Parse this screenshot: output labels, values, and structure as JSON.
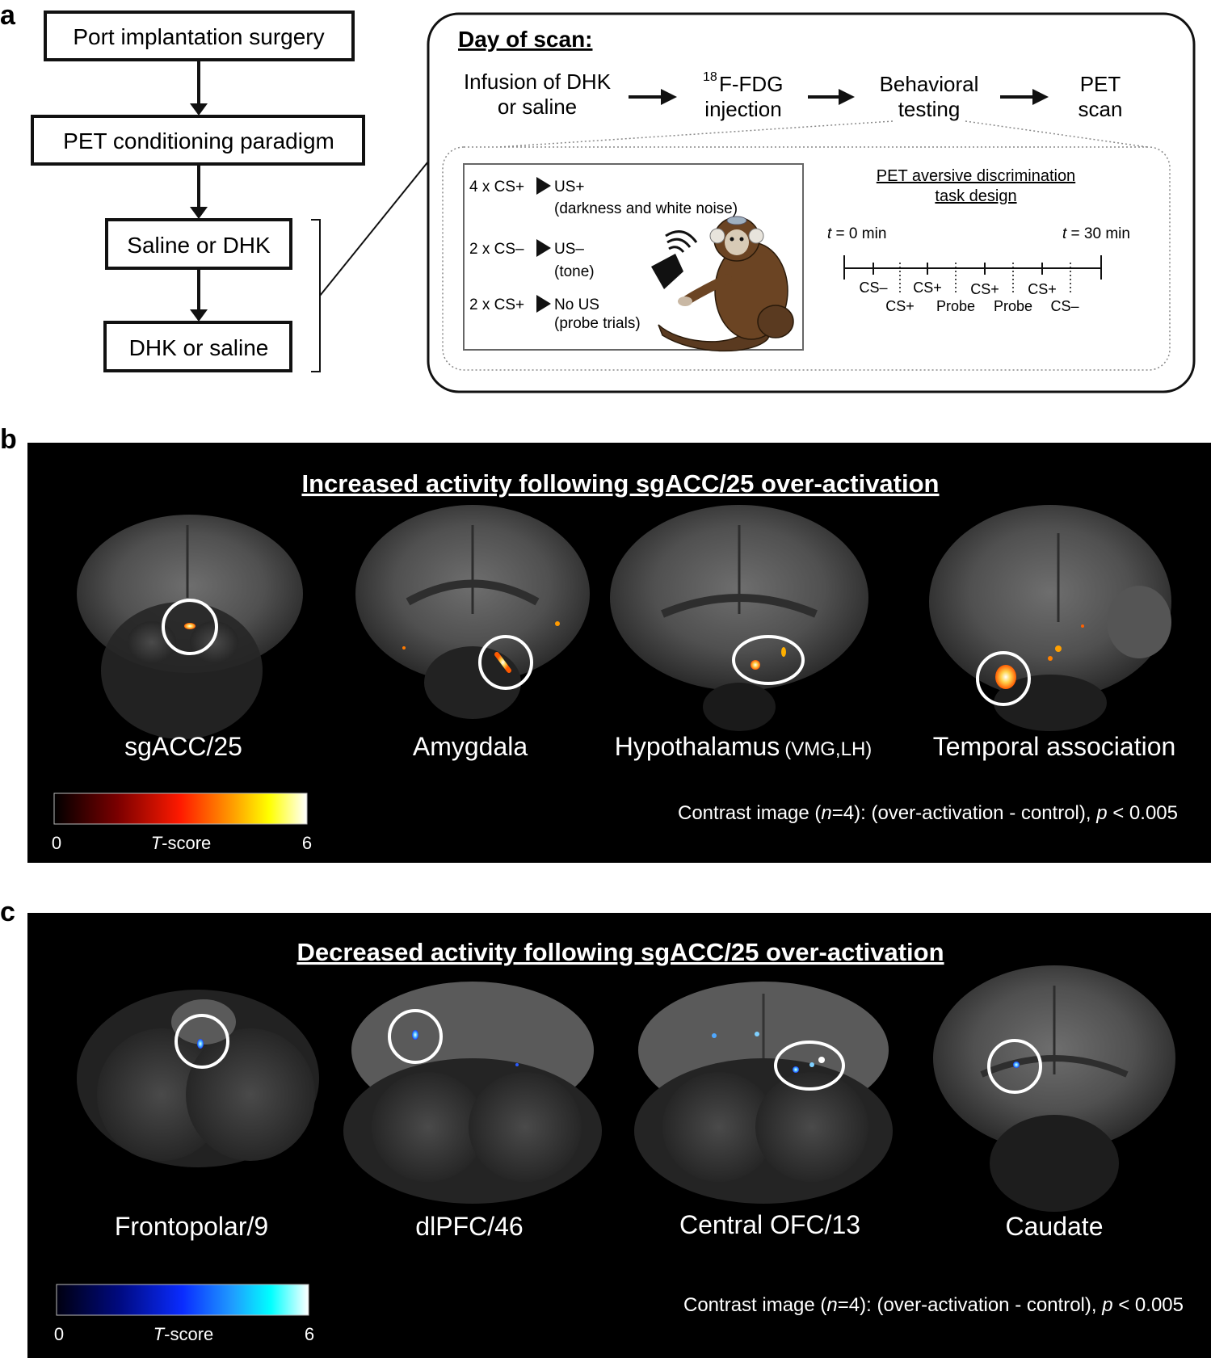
{
  "panel_a": {
    "label": "a",
    "flow": [
      "Port implantation surgery",
      "PET conditioning paradigm",
      "Saline or DHK",
      "DHK or saline"
    ],
    "day_of_scan": {
      "title": "Day of scan:",
      "steps": [
        {
          "line1": "Infusion of DHK",
          "line2": "or saline"
        },
        {
          "sup": "18",
          "line1": "F-FDG",
          "line2": "injection"
        },
        {
          "line1": "Behavioral",
          "line2": "testing"
        },
        {
          "line1": "PET",
          "line2": "scan"
        }
      ],
      "conditions": [
        {
          "cs": "4 x CS+",
          "us": "US+",
          "detail": "(darkness and white noise)"
        },
        {
          "cs": "2 x CS–",
          "us": "US–",
          "detail": "(tone)"
        },
        {
          "cs": "2 x CS+",
          "us": "No US",
          "detail": "(probe trials)"
        }
      ],
      "task": {
        "title_line1": "PET aversive discrimination",
        "title_line2": "task design",
        "t_start_var": "t",
        "t_start_rest": " = 0 min",
        "t_end_var": "t",
        "t_end_rest": " = 30 min",
        "timeline_top": [
          "CS–",
          "CS+",
          "CS+",
          "CS+"
        ],
        "timeline_bottom": [
          "CS+",
          "Probe",
          "Probe",
          "CS–"
        ]
      }
    }
  },
  "panel_b": {
    "label": "b",
    "title": "Increased activity following sgACC/25 over-activation",
    "regions": [
      {
        "name": "sgACC/25",
        "suffix": ""
      },
      {
        "name": "Amygdala",
        "suffix": ""
      },
      {
        "name": "Hypothalamus",
        "suffix": "(VMG,LH)"
      },
      {
        "name": "Temporal association",
        "suffix": ""
      }
    ],
    "colorbar": {
      "min": "0",
      "max": "6",
      "label_var": "T",
      "label_rest": "-score",
      "colors": [
        "#000000",
        "#7a0000",
        "#ff1a00",
        "#ff9900",
        "#ffff00",
        "#ffffff"
      ]
    },
    "contrast": {
      "pre": "Contrast image (",
      "n": "n",
      "mid": "=4): (over-activation - control), ",
      "p": "p",
      "post": " < 0.005"
    }
  },
  "panel_c": {
    "label": "c",
    "title": "Decreased activity following sgACC/25 over-activation",
    "regions": [
      {
        "name": "Frontopolar/9"
      },
      {
        "name": "dlPFC/46"
      },
      {
        "name": "Central OFC/13"
      },
      {
        "name": "Caudate"
      }
    ],
    "colorbar": {
      "min": "0",
      "max": "6",
      "label_var": "T",
      "label_rest": "-score",
      "colors": [
        "#000010",
        "#000a80",
        "#0a2cff",
        "#1f9dff",
        "#00ffff",
        "#ffffff"
      ]
    },
    "contrast": {
      "pre": "Contrast image (",
      "n": "n",
      "mid": "=4): (over-activation - control), ",
      "p": "p",
      "post": " < 0.005"
    }
  }
}
